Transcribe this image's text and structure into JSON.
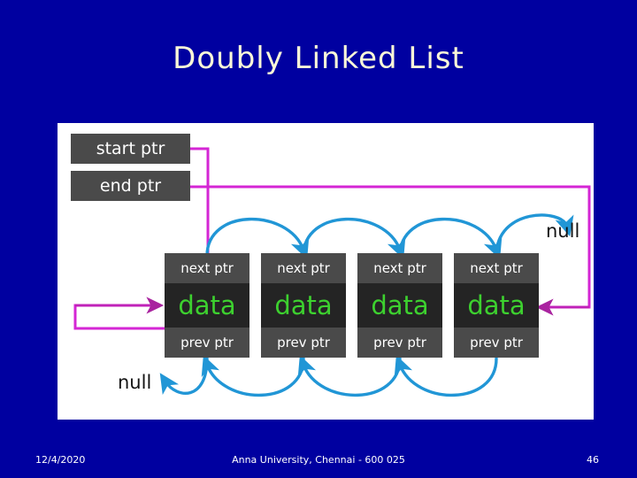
{
  "slide": {
    "title": "Doubly Linked List",
    "background_color": "#0000a0",
    "title_color": "#fbf8d8"
  },
  "diagram": {
    "panel_color": "#ffffff",
    "pointer_boxes": [
      {
        "name": "start-ptr",
        "label": "start ptr"
      },
      {
        "name": "end-ptr",
        "label": "end ptr"
      }
    ],
    "node_colors": {
      "ptr_cell_bg": "#4a4a4a",
      "ptr_cell_text": "#ffffff",
      "data_cell_bg": "#242424",
      "data_cell_text": "#3dd12f",
      "next_link_color": "#2196d6",
      "head_tail_link_color": "#cc22cc"
    },
    "nodes": [
      {
        "next": "next ptr",
        "data": "data",
        "prev": "prev ptr"
      },
      {
        "next": "next ptr",
        "data": "data",
        "prev": "prev ptr"
      },
      {
        "next": "next ptr",
        "data": "data",
        "prev": "prev ptr"
      },
      {
        "next": "next ptr",
        "data": "data",
        "prev": "prev ptr"
      }
    ],
    "null_labels": {
      "right": "null",
      "left": "null"
    }
  },
  "footer": {
    "date": "12/4/2020",
    "organization": "Anna University, Chennai - 600 025",
    "page_number": "46"
  }
}
